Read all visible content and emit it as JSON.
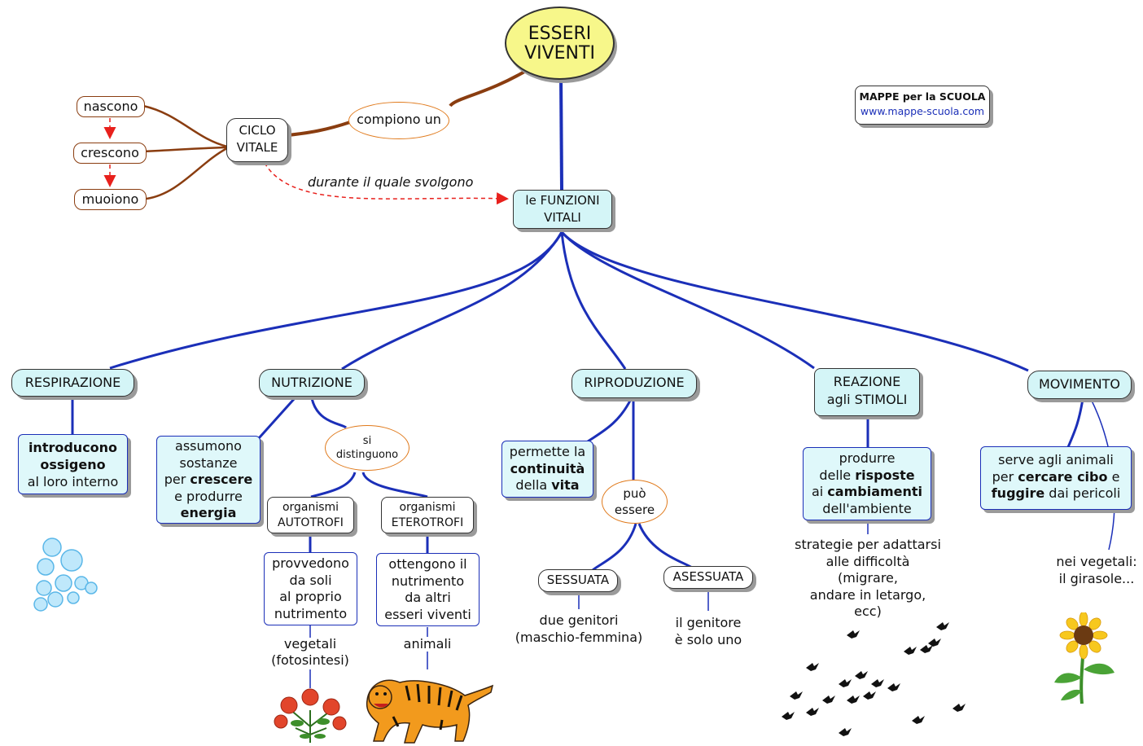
{
  "root": {
    "line1": "ESSERI",
    "line2": "VIVENTI"
  },
  "credit": {
    "title": "MAPPE per la SCUOLA",
    "url": "www.mappe-scuola.com"
  },
  "ciclo": {
    "line1": "CICLO",
    "line2": "VITALE"
  },
  "compiono": "compiono un",
  "stages": {
    "nascono": "nascono",
    "crescono": "crescono",
    "muoiono": "muoiono"
  },
  "durante": "durante il quale svolgono",
  "funzioni": {
    "line1": "le FUNZIONI",
    "line2": "VITALI"
  },
  "respirazione": {
    "title": "RESPIRAZIONE",
    "desc": {
      "b1": "introducono",
      "b2": "ossigeno",
      "l3": "al loro interno"
    }
  },
  "nutrizione": {
    "title": "NUTRIZIONE",
    "desc": {
      "l1": "assumono",
      "l2": "sostanze",
      "l3a": "per ",
      "l3b": "crescere",
      "l4": "e produrre",
      "l5": "energia"
    },
    "si_distinguono": {
      "line1": "si",
      "line2": "distinguono"
    },
    "autotrofi": {
      "line1": "organismi",
      "line2": "AUTOTROFI",
      "d1": "provvedono",
      "d2": "da soli",
      "d3": "al proprio",
      "d4": "nutrimento",
      "e1": "vegetali",
      "e2": "(fotosintesi)"
    },
    "eterotrofi": {
      "line1": "organismi",
      "line2": "ETEROTROFI",
      "d1": "ottengono il",
      "d2": "nutrimento",
      "d3": "da altri",
      "d4": "esseri viventi",
      "e1": "animali"
    }
  },
  "riproduzione": {
    "title": "RIPRODUZIONE",
    "desc": {
      "l1": "permette la",
      "l2": "continuità",
      "l3a": "della ",
      "l3b": "vita"
    },
    "puo_essere": {
      "line1": "può",
      "line2": "essere"
    },
    "sessuata": {
      "title": "SESSUATA",
      "d1": "due genitori",
      "d2": "(maschio-femmina)"
    },
    "asessuata": {
      "title": "ASESSUATA",
      "d1": "il genitore",
      "d2": "è solo uno"
    }
  },
  "reazione": {
    "title1": "REAZIONE",
    "title2": "agli STIMOLI",
    "desc": {
      "l1": "produrre",
      "l2a": "delle ",
      "l2b": "risposte",
      "l3a": "ai ",
      "l3b": "cambiamenti",
      "l4": "dell'ambiente"
    },
    "extra": {
      "l1": "strategie per adattarsi",
      "l2": "alle difficoltà",
      "l3": "(migrare,",
      "l4": "andare in letargo,",
      "l5": "ecc)"
    }
  },
  "movimento": {
    "title": "MOVIMENTO",
    "desc": {
      "l1": "serve agli animali",
      "l2a": "per ",
      "l2b": "cercare cibo",
      "l2c": " e",
      "l3a": "fuggire",
      "l3b": " dai pericoli"
    },
    "extra": {
      "l1": "nei vegetali:",
      "l2": "il girasole..."
    }
  },
  "colors": {
    "blue": "#1b2fb8",
    "brown": "#8a3d10",
    "orange": "#e07a1c",
    "cyan": "#dff8fa",
    "root": "#f7f78a"
  }
}
